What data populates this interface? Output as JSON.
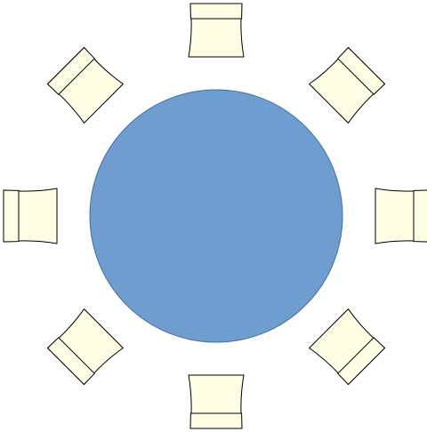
{
  "diagram": {
    "table": {
      "shape": "circle",
      "fill": "#6f9dd0",
      "stroke": "#41719c"
    },
    "chair_style": {
      "fill": "#fffde3",
      "stroke": "#000000"
    },
    "chairs": [
      {
        "name": "chair-top",
        "orientation_deg": 0
      },
      {
        "name": "chair-top-right",
        "orientation_deg": 45
      },
      {
        "name": "chair-right",
        "orientation_deg": 90
      },
      {
        "name": "chair-bottom-right",
        "orientation_deg": 135
      },
      {
        "name": "chair-bottom",
        "orientation_deg": 180
      },
      {
        "name": "chair-bottom-left",
        "orientation_deg": 225
      },
      {
        "name": "chair-left",
        "orientation_deg": 270
      },
      {
        "name": "chair-top-left",
        "orientation_deg": 315
      }
    ]
  }
}
